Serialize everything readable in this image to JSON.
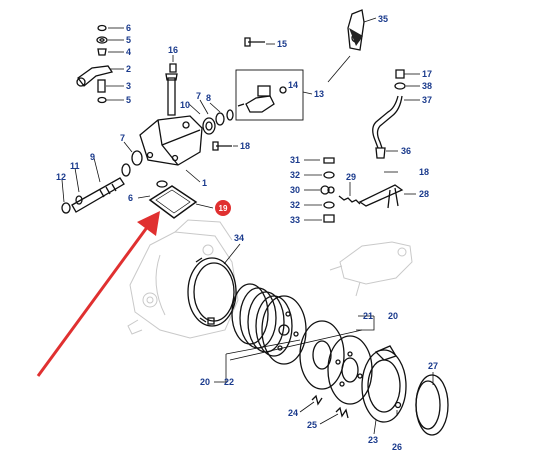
{
  "highlight_color": "#e03030",
  "label_color": "#1a3a8c",
  "highlighted_part": "19",
  "callouts": [
    {
      "id": "c6a",
      "label": "6"
    },
    {
      "id": "c5a",
      "label": "5"
    },
    {
      "id": "c4",
      "label": "4"
    },
    {
      "id": "c2",
      "label": "2"
    },
    {
      "id": "c3",
      "label": "3"
    },
    {
      "id": "c5b",
      "label": "5"
    },
    {
      "id": "c16",
      "label": "16"
    },
    {
      "id": "c15",
      "label": "15"
    },
    {
      "id": "c35",
      "label": "35"
    },
    {
      "id": "c14",
      "label": "14"
    },
    {
      "id": "c13",
      "label": "13"
    },
    {
      "id": "c17",
      "label": "17"
    },
    {
      "id": "c38",
      "label": "38"
    },
    {
      "id": "c37",
      "label": "37"
    },
    {
      "id": "c10",
      "label": "10"
    },
    {
      "id": "c7a",
      "label": "7"
    },
    {
      "id": "c8",
      "label": "8"
    },
    {
      "id": "c18a",
      "label": "18"
    },
    {
      "id": "c36",
      "label": "36"
    },
    {
      "id": "c7b",
      "label": "7"
    },
    {
      "id": "c11",
      "label": "11"
    },
    {
      "id": "c9",
      "label": "9"
    },
    {
      "id": "c12",
      "label": "12"
    },
    {
      "id": "c31",
      "label": "31"
    },
    {
      "id": "c18b",
      "label": "18"
    },
    {
      "id": "c32a",
      "label": "32"
    },
    {
      "id": "c1",
      "label": "1"
    },
    {
      "id": "c29",
      "label": "29"
    },
    {
      "id": "c30",
      "label": "30"
    },
    {
      "id": "c28",
      "label": "28"
    },
    {
      "id": "c6b",
      "label": "6"
    },
    {
      "id": "c32b",
      "label": "32"
    },
    {
      "id": "c33",
      "label": "33"
    },
    {
      "id": "c34",
      "label": "34"
    },
    {
      "id": "c21",
      "label": "21"
    },
    {
      "id": "c20a",
      "label": "20"
    },
    {
      "id": "c20b",
      "label": "20"
    },
    {
      "id": "c22",
      "label": "22"
    },
    {
      "id": "c27",
      "label": "27"
    },
    {
      "id": "c24",
      "label": "24"
    },
    {
      "id": "c25",
      "label": "25"
    },
    {
      "id": "c23",
      "label": "23"
    },
    {
      "id": "c26",
      "label": "26"
    }
  ]
}
